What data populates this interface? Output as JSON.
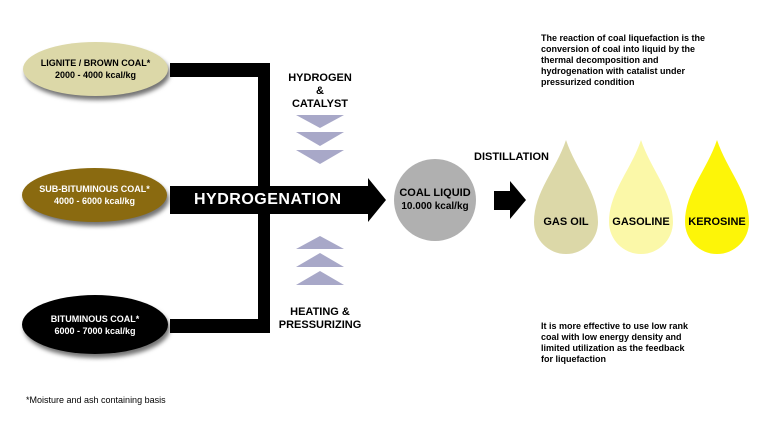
{
  "coals": [
    {
      "name": "LIGNITE / BROWN COAL*",
      "energy": "2000 - 4000 kcal/kg",
      "color": "#dcd8a8"
    },
    {
      "name": "SUB-BITUMINOUS COAL*",
      "energy": "4000 - 6000 kcal/kg",
      "color": "#8a6a10"
    },
    {
      "name": "BITUMINOUS COAL*",
      "energy": "6000 - 7000 kcal/kg",
      "color": "#000000"
    }
  ],
  "process": {
    "main": "HYDROGENATION",
    "hydrogen_line1": "HYDROGEN &",
    "hydrogen_line2": "CATALYST",
    "heating_line1": "HEATING &",
    "heating_line2": "PRESSURIZING",
    "distillation": "DISTILLATION"
  },
  "coal_liquid": {
    "line1": "COAL LIQUID",
    "line2": "10.000 kcal/kg"
  },
  "products": [
    {
      "name": "GAS OIL",
      "color": "#dcd8a8"
    },
    {
      "name": "GASOLINE",
      "color": "#fbf8a8"
    },
    {
      "name": "KEROSINE",
      "color": "#fdf508"
    }
  ],
  "notes": {
    "top": [
      "The reaction of coal liquefaction is the",
      "conversion of coal into liquid by the",
      "thermal decomposition and",
      "hydrogenation with catalist under",
      "pressurized condition"
    ],
    "bottom": [
      "It is more effective to use low rank",
      "coal with low energy density and",
      "limited utilization as the feedback",
      "for liquefaction"
    ],
    "footnote": "*Moisture and ash containing basis"
  },
  "colors": {
    "arrow": "#000000",
    "chevron": "#a8a8c8",
    "liquid": "#b0b0b0"
  }
}
